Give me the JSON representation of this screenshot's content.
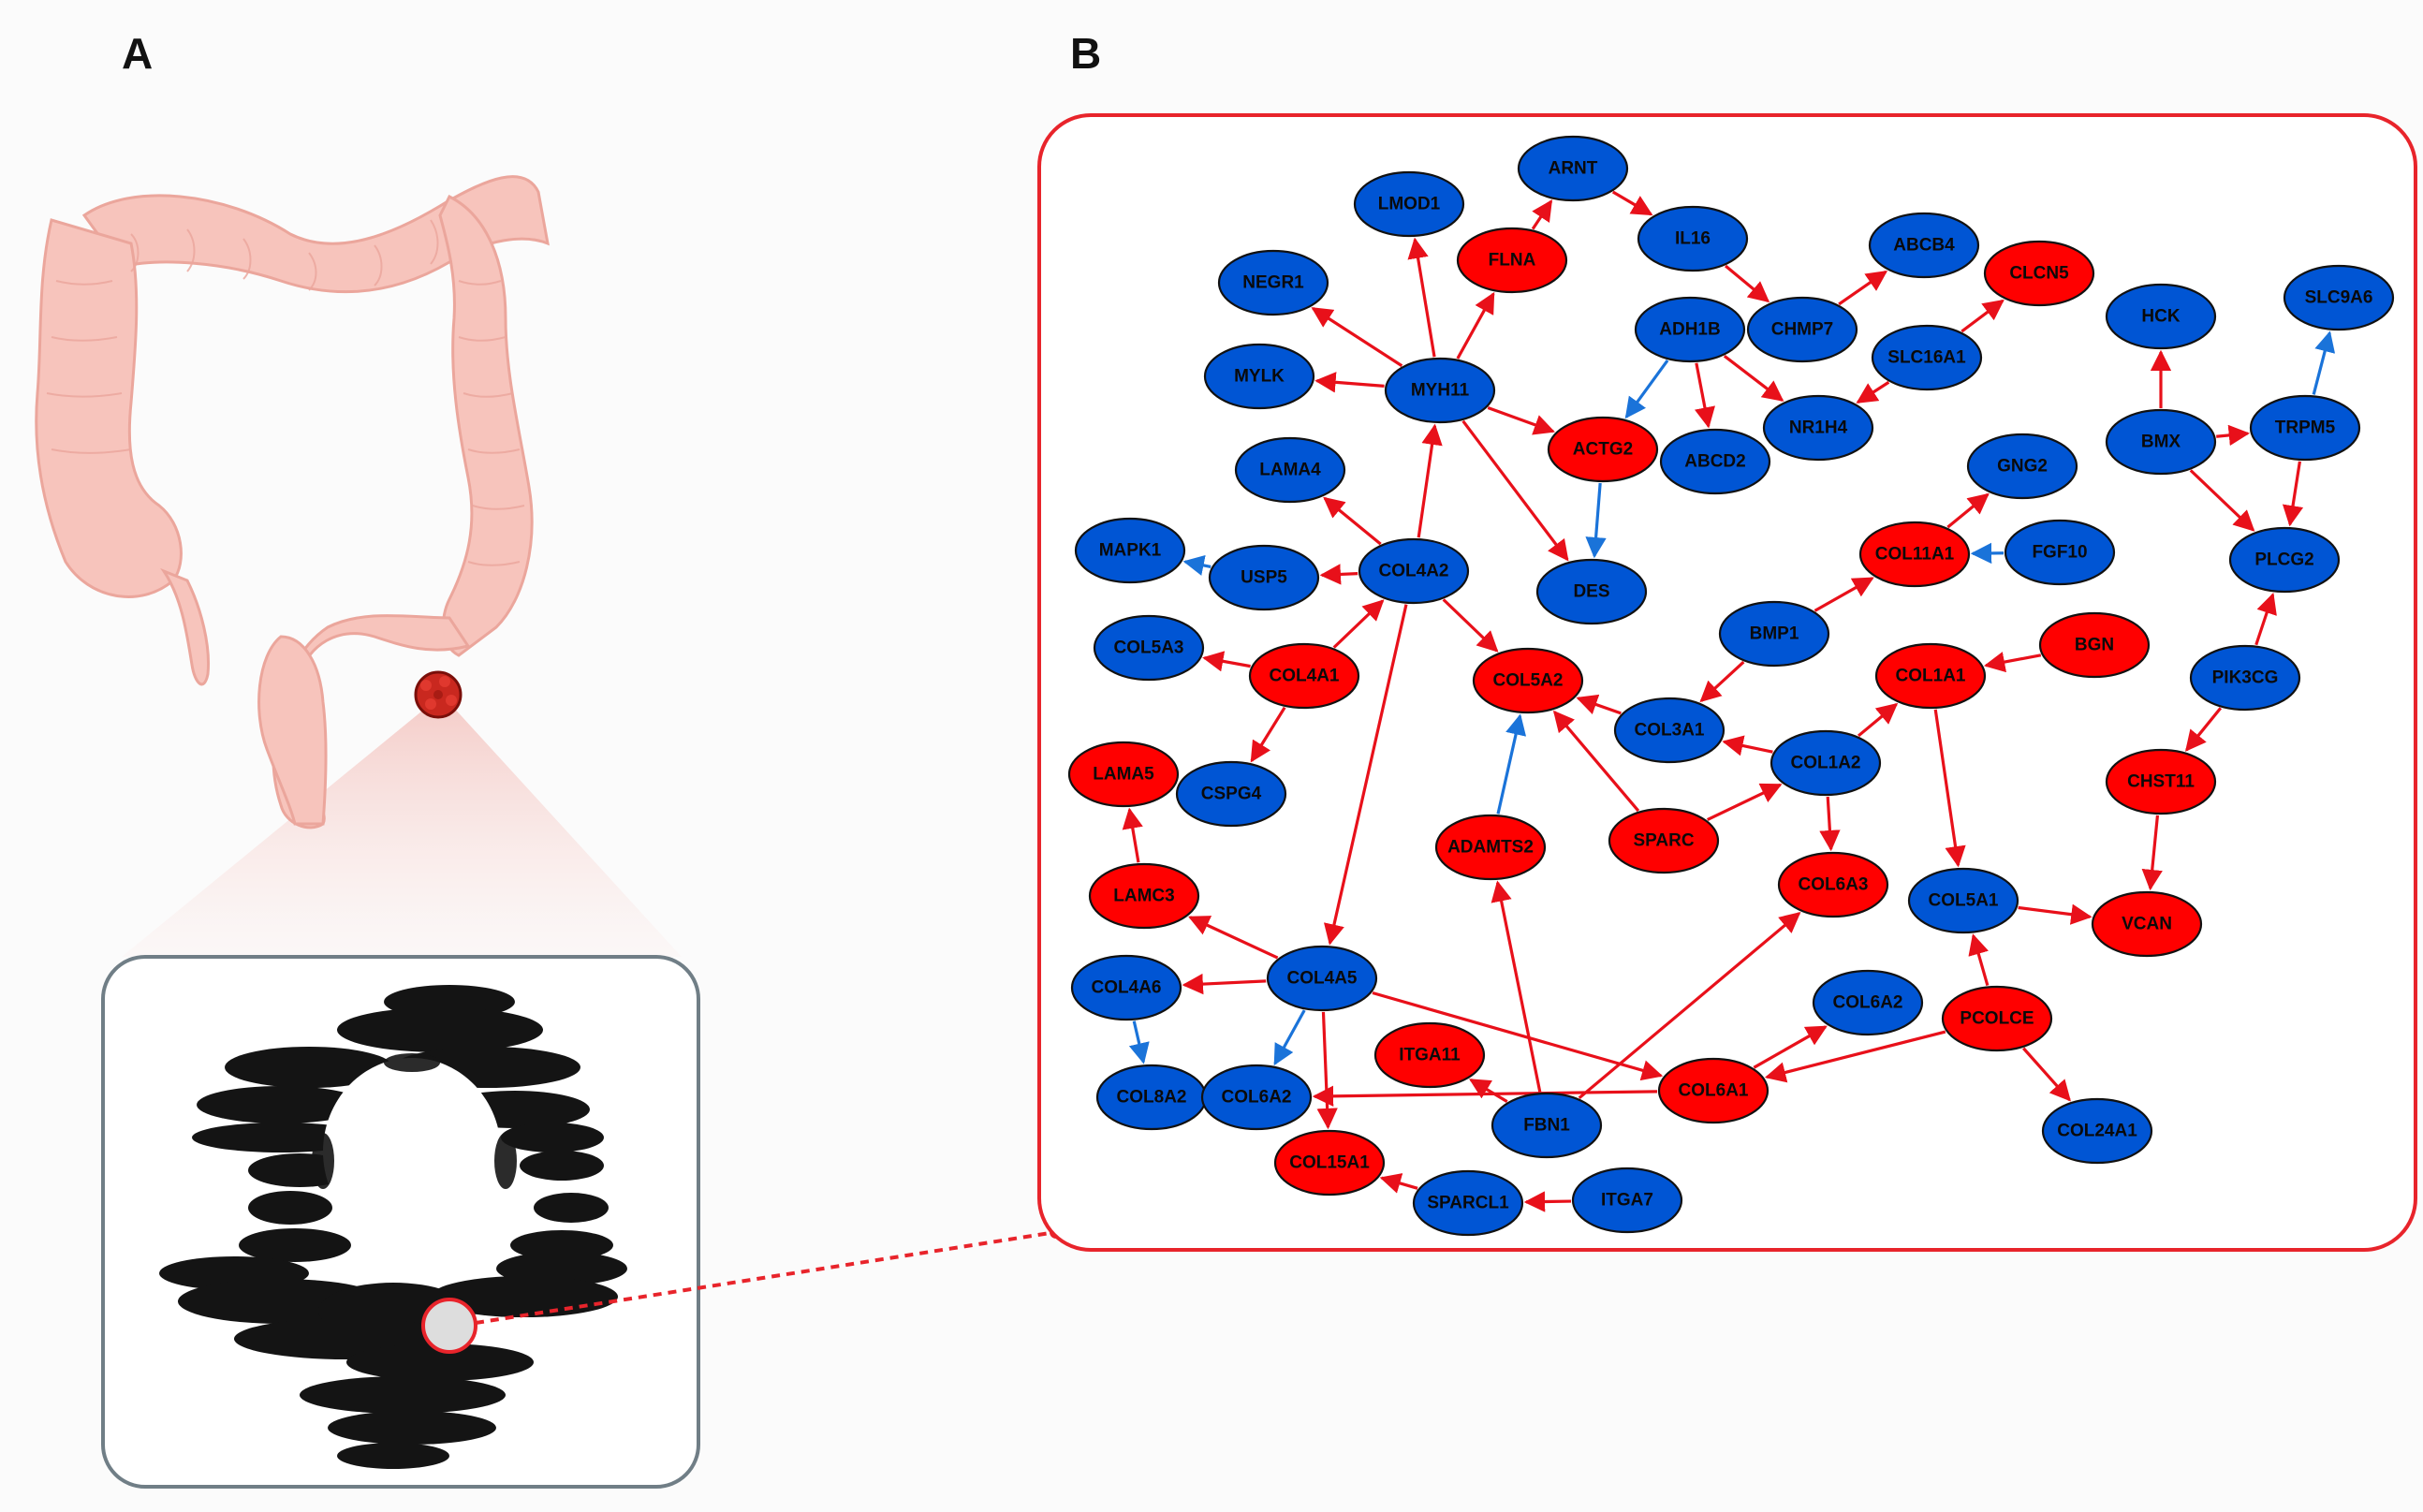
{
  "panels": {
    "a": "A",
    "b": "B"
  },
  "colors": {
    "up": "#ff0000",
    "down": "#0055d4",
    "edge_up": "#e8101a",
    "edge_down": "#1a73d9",
    "frame": "#e8242b"
  },
  "network": {
    "nodes": [
      {
        "id": "ARNT",
        "label": "ARNT",
        "color": "blue"
      },
      {
        "id": "LMOD1",
        "label": "LMOD1",
        "color": "blue"
      },
      {
        "id": "FLNA",
        "label": "FLNA",
        "color": "red"
      },
      {
        "id": "IL16",
        "label": "IL16",
        "color": "blue"
      },
      {
        "id": "ABCB4",
        "label": "ABCB4",
        "color": "blue"
      },
      {
        "id": "CLCN5",
        "label": "CLCN5",
        "color": "red"
      },
      {
        "id": "NEGR1",
        "label": "NEGR1",
        "color": "blue"
      },
      {
        "id": "ADH1B",
        "label": "ADH1B",
        "color": "blue"
      },
      {
        "id": "CHMP7",
        "label": "CHMP7",
        "color": "blue"
      },
      {
        "id": "SLC16A1",
        "label": "SLC16A1",
        "color": "blue"
      },
      {
        "id": "HCK",
        "label": "HCK",
        "color": "blue"
      },
      {
        "id": "SLC9A6",
        "label": "SLC9A6",
        "color": "blue"
      },
      {
        "id": "MYLK",
        "label": "MYLK",
        "color": "blue"
      },
      {
        "id": "MYH11",
        "label": "MYH11",
        "color": "blue"
      },
      {
        "id": "NR1H4",
        "label": "NR1H4",
        "color": "blue"
      },
      {
        "id": "ACTG2",
        "label": "ACTG2",
        "color": "red"
      },
      {
        "id": "ABCD2",
        "label": "ABCD2",
        "color": "blue"
      },
      {
        "id": "BMX",
        "label": "BMX",
        "color": "blue"
      },
      {
        "id": "TRPM5",
        "label": "TRPM5",
        "color": "blue"
      },
      {
        "id": "LAMA4",
        "label": "LAMA4",
        "color": "blue"
      },
      {
        "id": "GNG2",
        "label": "GNG2",
        "color": "blue"
      },
      {
        "id": "MAPK1",
        "label": "MAPK1",
        "color": "blue"
      },
      {
        "id": "USP5",
        "label": "USP5",
        "color": "blue"
      },
      {
        "id": "COL4A2",
        "label": "COL4A2",
        "color": "blue"
      },
      {
        "id": "DES",
        "label": "DES",
        "color": "blue"
      },
      {
        "id": "COL11A1",
        "label": "COL11A1",
        "color": "red"
      },
      {
        "id": "FGF10",
        "label": "FGF10",
        "color": "blue"
      },
      {
        "id": "PLCG2",
        "label": "PLCG2",
        "color": "blue"
      },
      {
        "id": "COL5A3",
        "label": "COL5A3",
        "color": "blue"
      },
      {
        "id": "COL4A1",
        "label": "COL4A1",
        "color": "red"
      },
      {
        "id": "COL5A2",
        "label": "COL5A2",
        "color": "red"
      },
      {
        "id": "BMP1",
        "label": "BMP1",
        "color": "blue"
      },
      {
        "id": "BGN",
        "label": "BGN",
        "color": "red"
      },
      {
        "id": "COL1A1",
        "label": "COL1A1",
        "color": "red"
      },
      {
        "id": "PIK3CG",
        "label": "PIK3CG",
        "color": "blue"
      },
      {
        "id": "COL3A1",
        "label": "COL3A1",
        "color": "blue"
      },
      {
        "id": "LAMA5",
        "label": "LAMA5",
        "color": "red"
      },
      {
        "id": "CSPG4",
        "label": "CSPG4",
        "color": "blue"
      },
      {
        "id": "COL1A2",
        "label": "COL1A2",
        "color": "blue"
      },
      {
        "id": "CHST11",
        "label": "CHST11",
        "color": "red"
      },
      {
        "id": "ADAMTS2",
        "label": "ADAMTS2",
        "color": "red"
      },
      {
        "id": "SPARC",
        "label": "SPARC",
        "color": "red"
      },
      {
        "id": "COL6A3",
        "label": "COL6A3",
        "color": "red"
      },
      {
        "id": "LAMC3",
        "label": "LAMC3",
        "color": "red"
      },
      {
        "id": "COL5A1",
        "label": "COL5A1",
        "color": "blue"
      },
      {
        "id": "VCAN",
        "label": "VCAN",
        "color": "red"
      },
      {
        "id": "COL4A6",
        "label": "COL4A6",
        "color": "blue"
      },
      {
        "id": "COL4A5",
        "label": "COL4A5",
        "color": "blue"
      },
      {
        "id": "COL6A2_R",
        "label": "COL6A2",
        "color": "blue"
      },
      {
        "id": "PCOLCE",
        "label": "PCOLCE",
        "color": "red"
      },
      {
        "id": "ITGA11",
        "label": "ITGA11",
        "color": "red"
      },
      {
        "id": "COL8A2",
        "label": "COL8A2",
        "color": "blue"
      },
      {
        "id": "COL6A2_L",
        "label": "COL6A2",
        "color": "blue"
      },
      {
        "id": "FBN1",
        "label": "FBN1",
        "color": "blue"
      },
      {
        "id": "COL6A1",
        "label": "COL6A1",
        "color": "red"
      },
      {
        "id": "COL24A1",
        "label": "COL24A1",
        "color": "blue"
      },
      {
        "id": "COL15A1",
        "label": "COL15A1",
        "color": "red"
      },
      {
        "id": "SPARCL1",
        "label": "SPARCL1",
        "color": "blue"
      },
      {
        "id": "ITGA7",
        "label": "ITGA7",
        "color": "blue"
      }
    ],
    "edges": [
      [
        "FLNA",
        "ARNT",
        "red"
      ],
      [
        "ARNT",
        "IL16",
        "red"
      ],
      [
        "IL16",
        "CHMP7",
        "red"
      ],
      [
        "CHMP7",
        "ABCB4",
        "red"
      ],
      [
        "SLC16A1",
        "CLCN5",
        "red"
      ],
      [
        "MYH11",
        "LMOD1",
        "red"
      ],
      [
        "MYH11",
        "FLNA",
        "red"
      ],
      [
        "MYH11",
        "NEGR1",
        "red"
      ],
      [
        "MYH11",
        "MYLK",
        "red"
      ],
      [
        "MYH11",
        "ACTG2",
        "red"
      ],
      [
        "MYH11",
        "DES",
        "red"
      ],
      [
        "ADH1B",
        "ACTG2",
        "blue"
      ],
      [
        "ADH1B",
        "ABCD2",
        "red"
      ],
      [
        "ADH1B",
        "NR1H4",
        "red"
      ],
      [
        "SLC16A1",
        "NR1H4",
        "red"
      ],
      [
        "ACTG2",
        "DES",
        "blue"
      ],
      [
        "BMX",
        "HCK",
        "red"
      ],
      [
        "BMX",
        "TRPM5",
        "red"
      ],
      [
        "TRPM5",
        "SLC9A6",
        "blue"
      ],
      [
        "BMX",
        "PLCG2",
        "red"
      ],
      [
        "TRPM5",
        "PLCG2",
        "red"
      ],
      [
        "PIK3CG",
        "PLCG2",
        "red"
      ],
      [
        "PIK3CG",
        "CHST11",
        "red"
      ],
      [
        "CHST11",
        "VCAN",
        "red"
      ],
      [
        "COL4A2",
        "MYH11",
        "red"
      ],
      [
        "COL4A2",
        "LAMA4",
        "red"
      ],
      [
        "COL4A2",
        "USP5",
        "red"
      ],
      [
        "USP5",
        "MAPK1",
        "blue"
      ],
      [
        "COL4A2",
        "COL5A2",
        "red"
      ],
      [
        "COL4A2",
        "COL4A5",
        "red"
      ],
      [
        "COL4A1",
        "COL4A2",
        "red"
      ],
      [
        "COL4A1",
        "COL5A3",
        "red"
      ],
      [
        "COL4A1",
        "CSPG4",
        "red"
      ],
      [
        "COL11A1",
        "GNG2",
        "red"
      ],
      [
        "FGF10",
        "COL11A1",
        "blue"
      ],
      [
        "BMP1",
        "COL11A1",
        "red"
      ],
      [
        "BMP1",
        "COL3A1",
        "red"
      ],
      [
        "BGN",
        "COL1A1",
        "red"
      ],
      [
        "COL1A2",
        "COL1A1",
        "red"
      ],
      [
        "COL1A2",
        "COL3A1",
        "red"
      ],
      [
        "COL1A2",
        "COL6A3",
        "red"
      ],
      [
        "COL3A1",
        "COL5A2",
        "red"
      ],
      [
        "SPARC",
        "COL5A2",
        "red"
      ],
      [
        "SPARC",
        "COL1A2",
        "red"
      ],
      [
        "ADAMTS2",
        "COL5A2",
        "blue"
      ],
      [
        "COL1A1",
        "COL5A1",
        "red"
      ],
      [
        "COL5A1",
        "VCAN",
        "red"
      ],
      [
        "PCOLCE",
        "COL5A1",
        "red"
      ],
      [
        "PCOLCE",
        "COL6A1",
        "red"
      ],
      [
        "PCOLCE",
        "COL24A1",
        "red"
      ],
      [
        "COL6A1",
        "COL6A2_R",
        "red"
      ],
      [
        "COL6A1",
        "COL6A2_L",
        "red"
      ],
      [
        "LAMC3",
        "LAMA5",
        "red"
      ],
      [
        "COL4A5",
        "LAMC3",
        "red"
      ],
      [
        "COL4A5",
        "COL4A6",
        "red"
      ],
      [
        "COL4A6",
        "COL8A2",
        "blue"
      ],
      [
        "COL4A5",
        "COL6A2_L",
        "blue"
      ],
      [
        "COL4A5",
        "COL15A1",
        "red"
      ],
      [
        "COL4A5",
        "COL6A1",
        "red"
      ],
      [
        "FBN1",
        "ITGA11",
        "red"
      ],
      [
        "FBN1",
        "ADAMTS2",
        "red"
      ],
      [
        "FBN1",
        "COL6A3",
        "red"
      ],
      [
        "SPARCL1",
        "COL15A1",
        "red"
      ],
      [
        "ITGA7",
        "SPARCL1",
        "red"
      ]
    ]
  }
}
